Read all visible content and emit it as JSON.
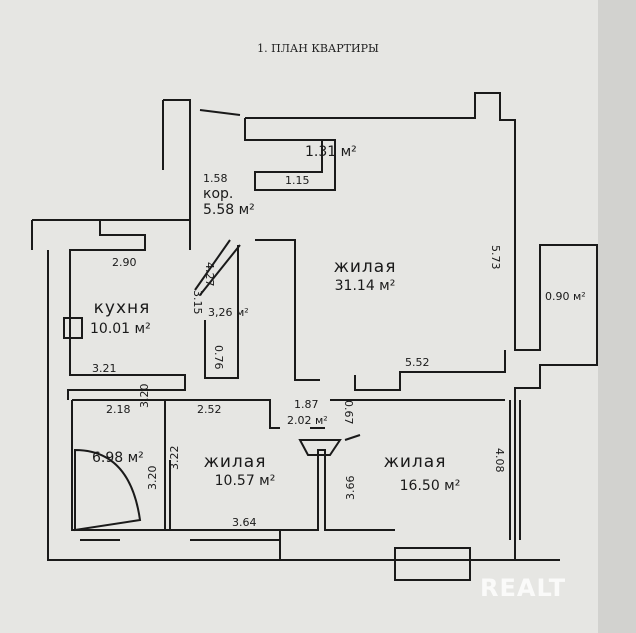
{
  "title": "1. ПЛАН КВАРТИРЫ",
  "rooms": {
    "living_large": {
      "name": "жилая",
      "area": "31.14 м²"
    },
    "living_mid": {
      "name": "жилая",
      "area": "10.57 м²"
    },
    "living_right": {
      "name": "жилая",
      "area": "16.50 м²"
    },
    "kitchen": {
      "name": "кухня",
      "area": "10.01 м²"
    },
    "corridor": {
      "name": "кор.",
      "area": "5.58 м²"
    },
    "bathroom": {
      "area": "6.98 м²"
    },
    "wc": {
      "area": "3,26 м²"
    },
    "closet_top": {
      "area": "1.31 м²"
    },
    "hall_small": {
      "area": "2.02 м²"
    },
    "balcony": {
      "area": "0.90 м²"
    }
  },
  "dimensions": [
    "1.58",
    "1.15",
    "4.27",
    "2.90",
    "3.15",
    "0.76",
    "3.21",
    "5.73",
    "5.52",
    "2.18",
    "3.20",
    "2.52",
    "1.87",
    "0.67",
    "3.20",
    "3.22",
    "3.64",
    "3.66",
    "4.08"
  ],
  "watermark": "REALT"
}
